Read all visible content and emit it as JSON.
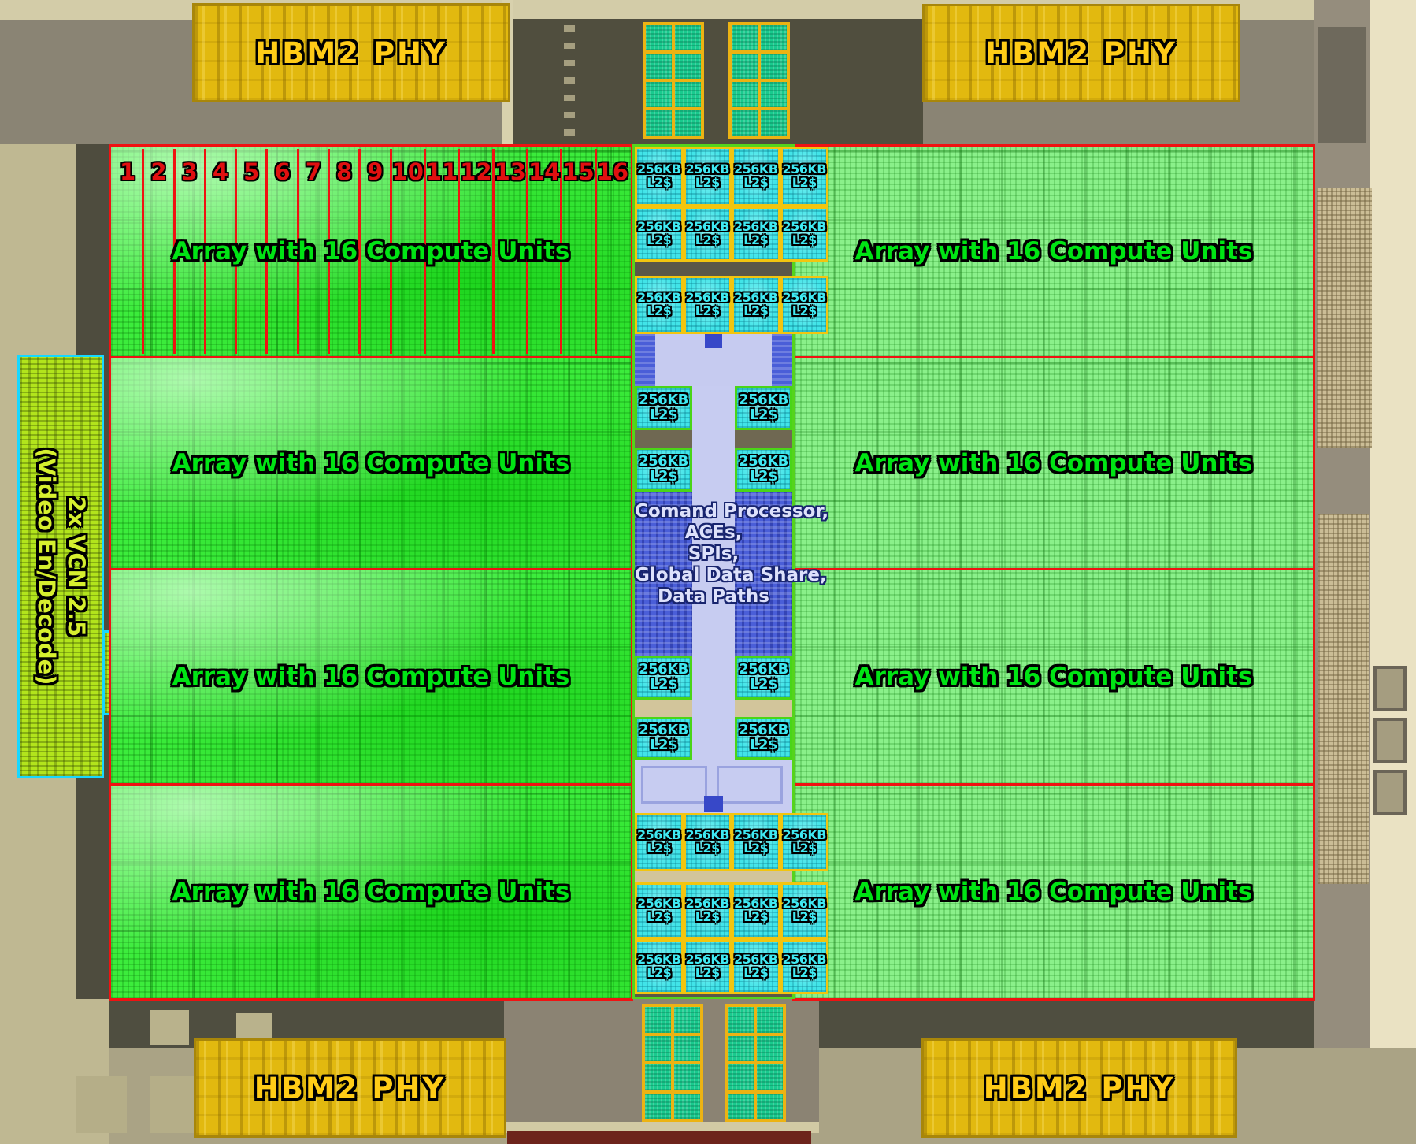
{
  "hbm": {
    "label": "HBM2 PHY"
  },
  "vcn": {
    "line1": "2x VCN 2.5",
    "line2": "(Video En/Decode)"
  },
  "arrays": {
    "label": "Array with 16 Compute Units",
    "count": 8
  },
  "compute_units": {
    "numbers": [
      "1",
      "2",
      "3",
      "4",
      "5",
      "6",
      "7",
      "8",
      "9",
      "10",
      "11",
      "12",
      "13",
      "14",
      "15",
      "16"
    ]
  },
  "l2_cache": {
    "line1": "256KB",
    "line2": "L2$"
  },
  "command_processor": {
    "lines": [
      "Comand Processor,",
      "ACEs,",
      "SPIs,",
      "Global Data Share,",
      "Data Paths"
    ]
  },
  "colors": {
    "border_red": "#f01212",
    "border_yellow": "#f2c50f",
    "border_green": "#4ad517",
    "border_cyan": "#17d8ff",
    "array_green_left": "#3cec3c",
    "array_green_right": "#8af08a",
    "l2_cyan": "#41e4e8",
    "hbm_gold": "#e2b90f",
    "vcn_chartreuse": "#b2e41c",
    "cmd_blue": "#4a5ed8",
    "cmd_lavender": "#c7ccf1",
    "teal_pad": "#19ca8e",
    "label_green": "#00e414",
    "label_red": "#e01010"
  }
}
